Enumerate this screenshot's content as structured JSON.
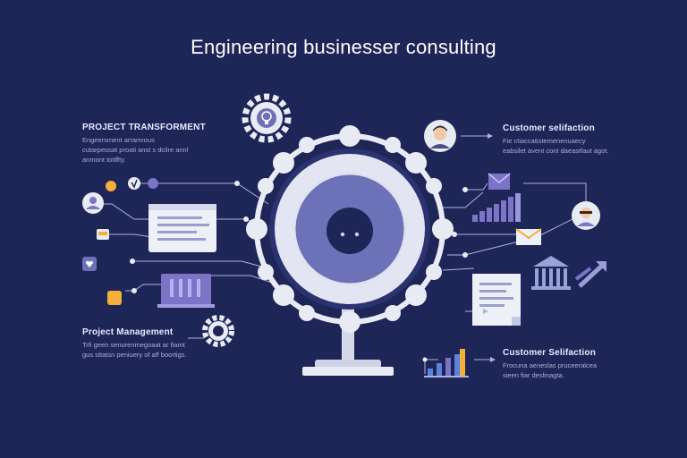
{
  "title": "Engineering businesser consulting",
  "labels": {
    "top_left": {
      "heading": "PROJECT TRANSFORMENT",
      "body": "Engeersment arramrous cutarpeosat proati anst s dcilre annl anmont totiffty."
    },
    "top_right": {
      "heading": "Customer selifaction",
      "body": "Fie ctiaccatistemenenuaecy eabsilet avent cont daeastfaut agot."
    },
    "bottom_left": {
      "heading": "Project Management",
      "body": "Trfi geen senurenmegoaat ar fiamt gus sttatsn peniuery of aff boortigs."
    },
    "bottom_right": {
      "heading": "Customer Selifaction",
      "body": "Frocuna aeneslas pruceeralcea sieen fiar deslinagta."
    }
  },
  "colors": {
    "background": "#1e2557",
    "gear": "#e9ebf4",
    "gear_center": "#6d72b8",
    "accent_blue": "#5a82e0",
    "accent_yellow": "#f3b13a",
    "accent_purple": "#7b74c7"
  },
  "icons": [
    "lightbulb-gear-icon",
    "person-avatar-icon",
    "bank-building-icon",
    "arrows-icon",
    "bar-chart-icon",
    "document-icon",
    "envelope-icon",
    "gear-icon"
  ]
}
